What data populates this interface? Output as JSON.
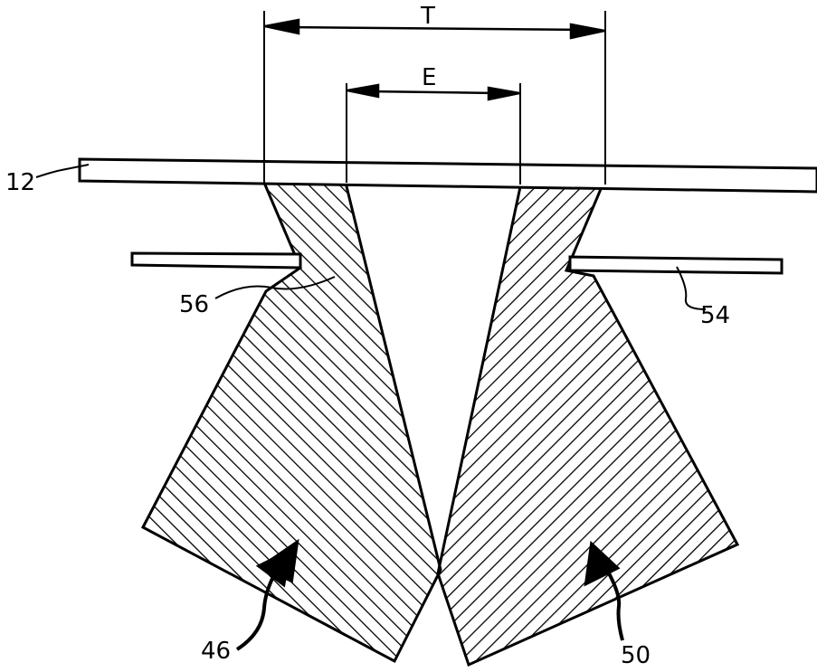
{
  "labels": {
    "dim_total": "T",
    "dim_overlap": "E",
    "ref_plate_upper": "12",
    "ref_plate_lower": "54",
    "ref_overlap_zone": "56",
    "ref_beam_left": "46",
    "ref_beam_right": "50"
  },
  "colors": {
    "ink": "#000000",
    "background": "#ffffff"
  }
}
